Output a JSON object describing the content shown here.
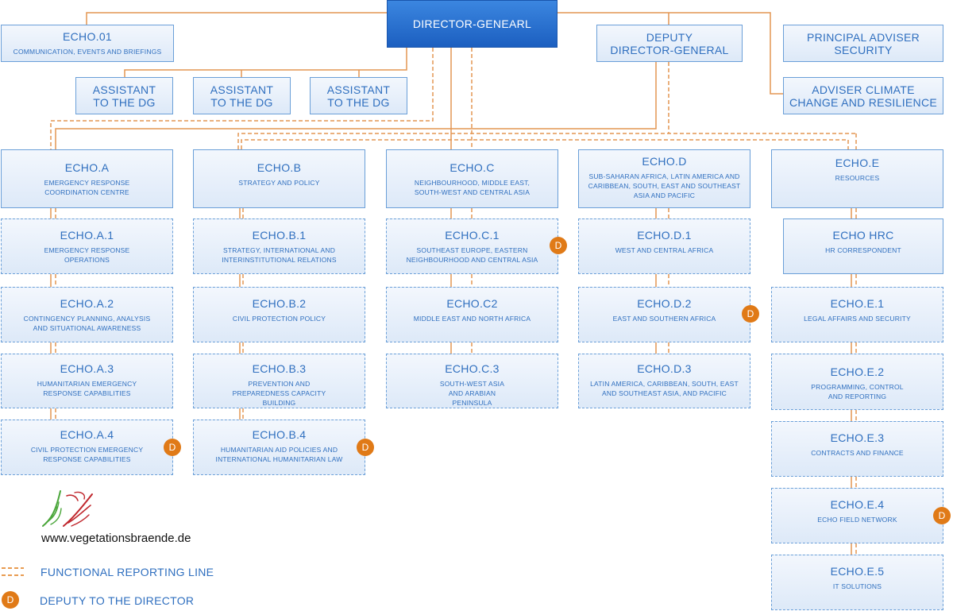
{
  "director": {
    "title": "DIRECTOR-GENEARL"
  },
  "deputy": {
    "title": "DEPUTY\nDIRECTOR-GENERAL"
  },
  "echo01": {
    "title": "ECHO.01",
    "sub": "COMMUNICATION, EVENTS AND BRIEFINGS"
  },
  "advisers": [
    {
      "title": "PRINCIPAL ADVISER SECURITY"
    },
    {
      "title": "ADVISER CLIMATE CHANGE AND RESILIENCE"
    }
  ],
  "assistants": [
    {
      "title": "ASSISTANT TO THE DG"
    },
    {
      "title": "ASSISTANT TO THE DG"
    },
    {
      "title": "ASSISTANT TO THE DG"
    }
  ],
  "directorates": {
    "A": {
      "title": "ECHO.A",
      "sub": "EMERGENCY RESPONSE COORDINATION CENTRE",
      "units": [
        {
          "title": "ECHO.A.1",
          "sub": "EMERGENCY RESPONSE OPERATIONS"
        },
        {
          "title": "ECHO.A.2",
          "sub": "CONTINGENCY PLANNING, ANALYSIS AND SITUATIONAL AWARENESS"
        },
        {
          "title": "ECHO.A.3",
          "sub": "HUMANITARIAN EMERGENCY RESPONSE CAPABILITIES"
        },
        {
          "title": "ECHO.A.4",
          "sub": "CIVIL PROTECTION EMERGENCY RESPONSE CAPABILITIES"
        }
      ]
    },
    "B": {
      "title": "ECHO.B",
      "sub": "STRATEGY AND POLICY",
      "units": [
        {
          "title": "ECHO.B.1",
          "sub": "STRATEGY, INTERNATIONAL AND INTERINSTITUTIONAL RELATIONS"
        },
        {
          "title": "ECHO.B.2",
          "sub": "CIVIL PROTECTION POLICY"
        },
        {
          "title": "ECHO.B.3",
          "sub": "PREVENTION AND PREPAREDNESS CAPACITY BUILDING"
        },
        {
          "title": "ECHO.B.4",
          "sub": "HUMANITARIAN AID POLICIES AND INTERNATIONAL HUMANITARIAN LAW"
        }
      ]
    },
    "C": {
      "title": "ECHO.C",
      "sub": "NEIGHBOURHOOD, MIDDLE EAST, SOUTH-WEST AND CENTRAL ASIA",
      "units": [
        {
          "title": "ECHO.C.1",
          "sub": "SOUTHEAST EUROPE, EASTERN NEIGHBOURHOOD AND CENTRAL ASIA"
        },
        {
          "title": "ECHO.C2",
          "sub": "MIDDLE EAST AND NORTH AFRICA"
        },
        {
          "title": "ECHO.C.3",
          "sub": "SOUTH-WEST ASIA AND ARABIAN PENINSULA"
        }
      ]
    },
    "D": {
      "title": "ECHO.D",
      "sub": "SUB-SAHARAN AFRICA, LATIN AMERICA AND CARIBBEAN, SOUTH, EAST AND SOUTHEAST ASIA AND PACIFIC",
      "units": [
        {
          "title": "ECHO.D.1",
          "sub": "WEST AND CENTRAL AFRICA"
        },
        {
          "title": "ECHO.D.2",
          "sub": "EAST AND SOUTHERN AFRICA"
        },
        {
          "title": "ECHO.D.3",
          "sub": "LATIN AMERICA, CARIBBEAN, SOUTH, EAST AND SOUTHEAST ASIA, AND PACIFIC"
        }
      ]
    },
    "E": {
      "title": "ECHO.E",
      "sub": "RESOURCES",
      "hrc": {
        "title": "ECHO HRC",
        "sub": "HR CORRESPONDENT"
      },
      "units": [
        {
          "title": "ECHO.E.1",
          "sub": "LEGAL AFFAIRS AND SECURITY"
        },
        {
          "title": "ECHO.E.2",
          "sub": "PROGRAMMING, CONTROL AND REPORTING"
        },
        {
          "title": "ECHO.E.3",
          "sub": "CONTRACTS AND FINANCE"
        },
        {
          "title": "ECHO.E.4",
          "sub": "ECHO FIELD NETWORK"
        },
        {
          "title": "ECHO.E.5",
          "sub": "IT SOLUTIONS"
        }
      ]
    }
  },
  "badge_letter": "D",
  "website": "www.vegetationsbraende.de",
  "legend": {
    "functional": "FUNCTIONAL REPORTING LINE",
    "deputy": "DEPUTY TO THE DIRECTOR",
    "badge": "D"
  },
  "colors": {
    "line": "#e07a17",
    "box_border": "#6a9fd8",
    "text": "#2f6fbf",
    "director": "#1c5fc0"
  }
}
